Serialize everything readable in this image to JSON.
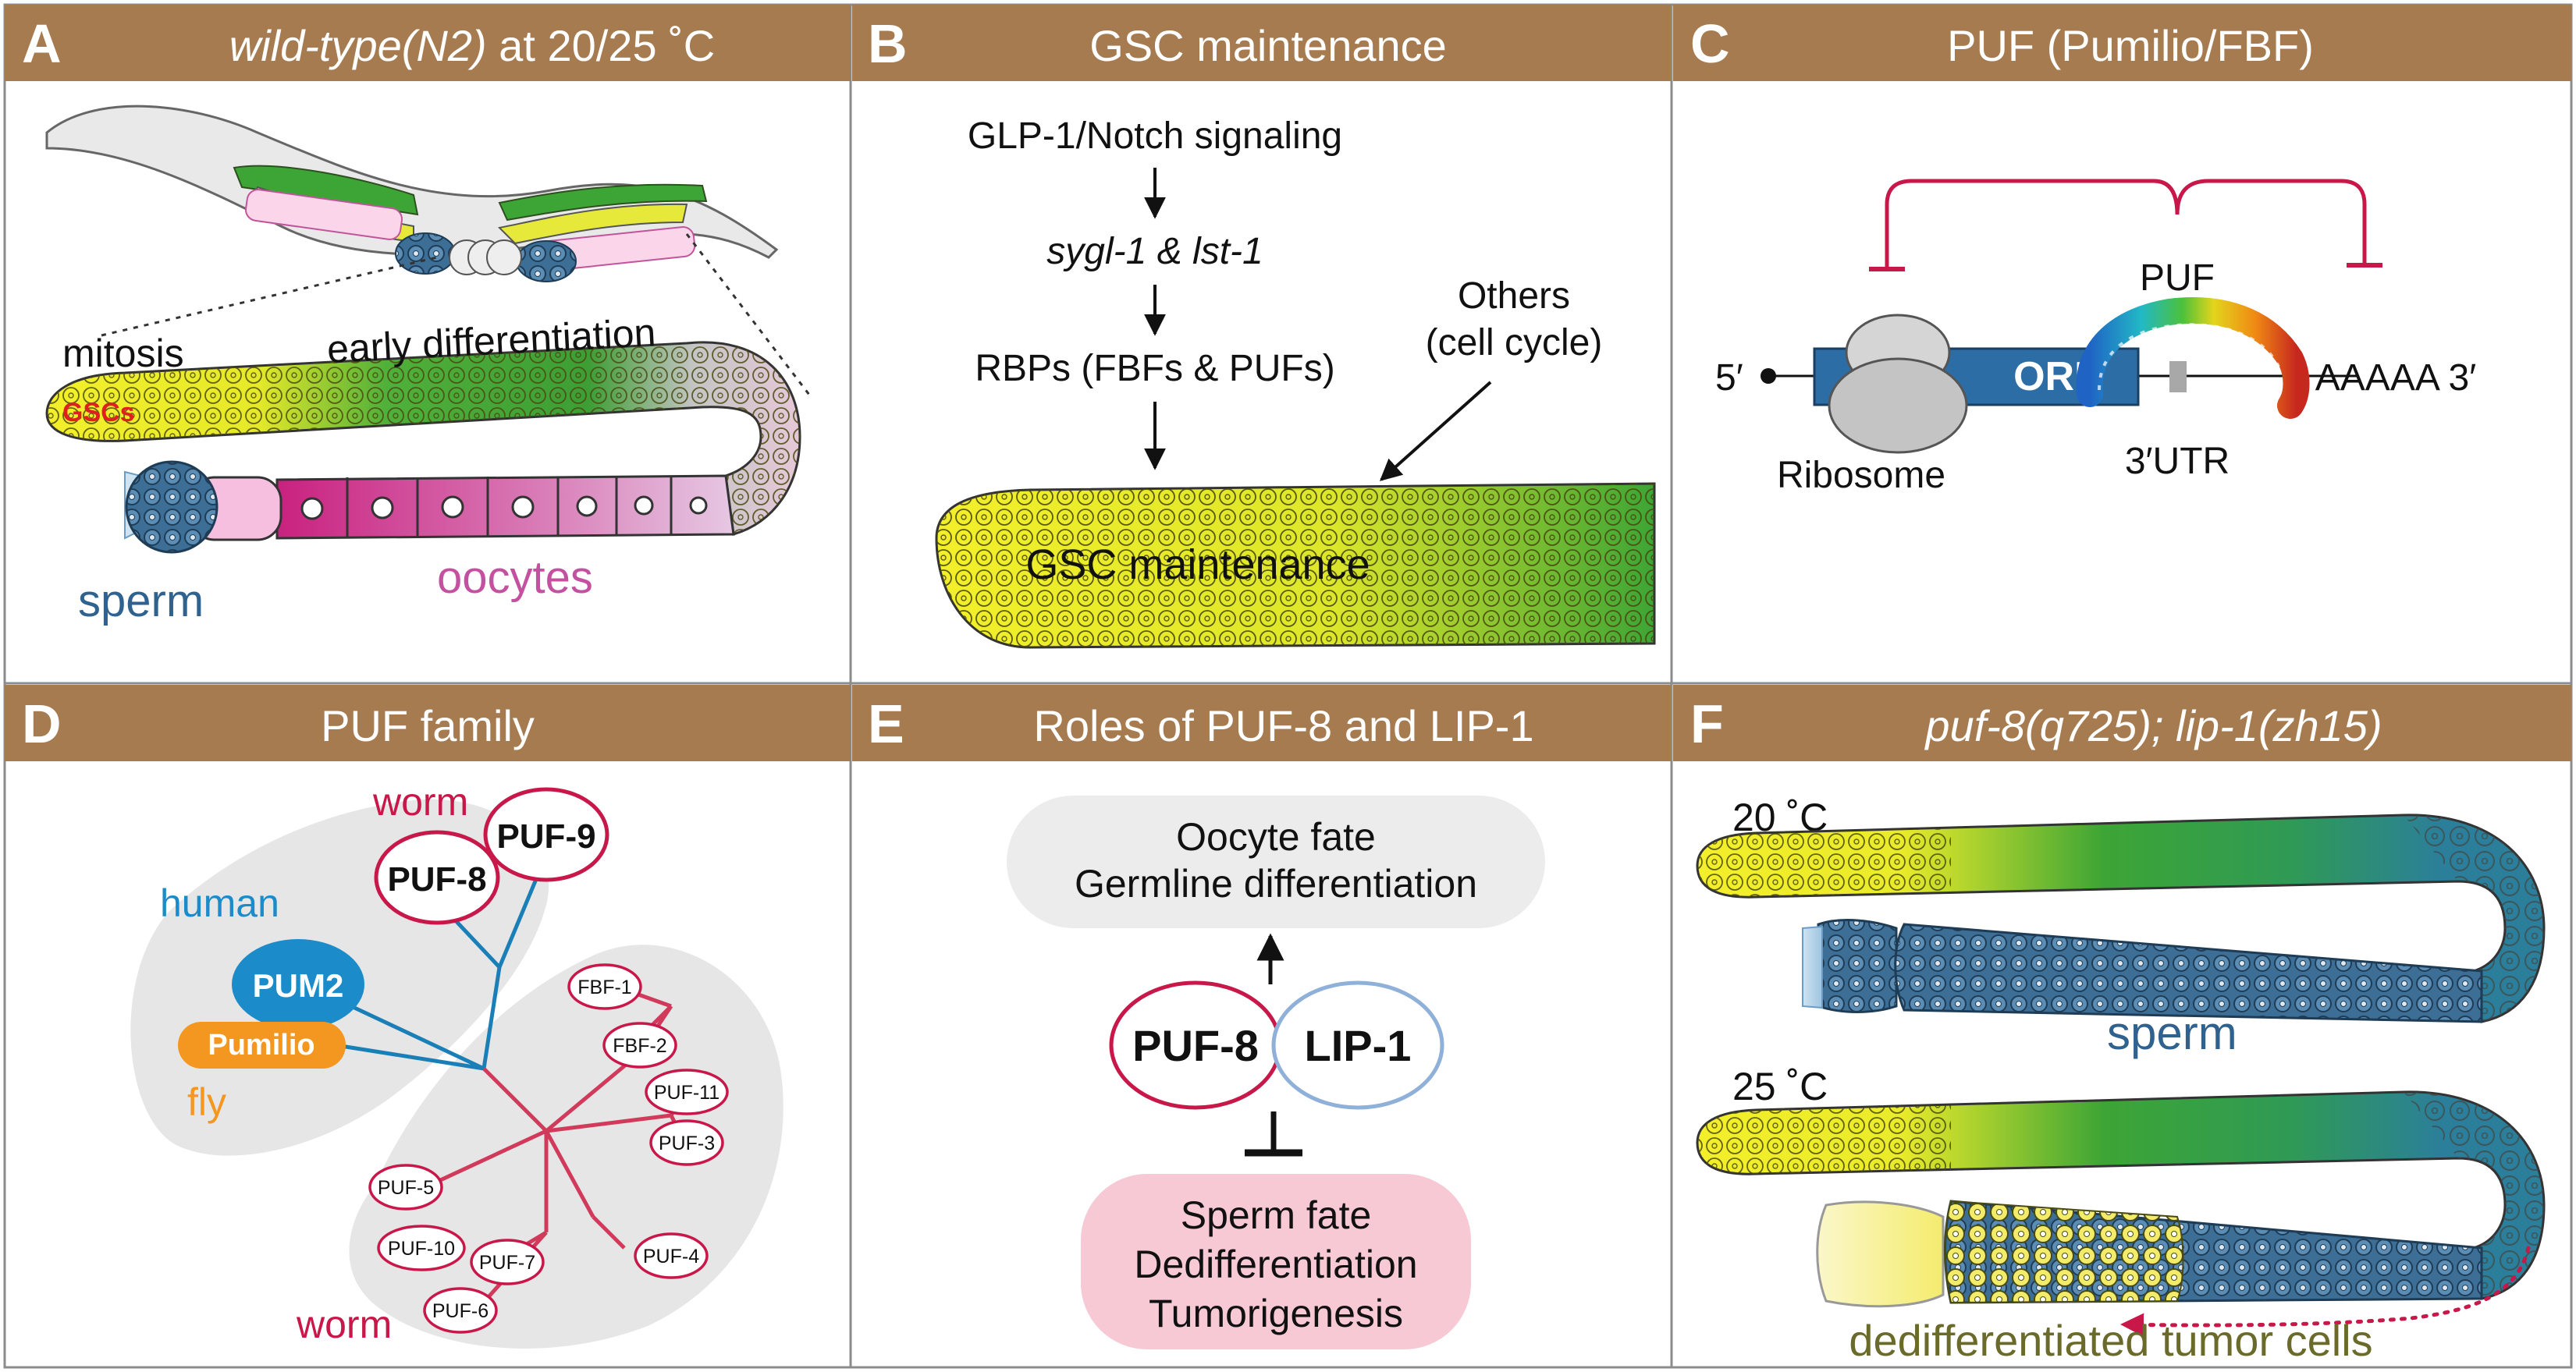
{
  "panels": {
    "a": {
      "letter": "A",
      "title_italic": "wild-type(N2)",
      "title_rest": " at 20/25 ˚C",
      "labels": {
        "mitosis": "mitosis",
        "early_diff": "early differentiation",
        "gscs": "GSCs",
        "sperm": "sperm",
        "oocytes": "oocytes"
      }
    },
    "b": {
      "letter": "B",
      "title": "GSC maintenance",
      "labels": {
        "glp1": "GLP-1/Notch signaling",
        "sygl": "sygl-1 & lst-1",
        "rbps": "RBPs (FBFs & PUFs)",
        "others1": "Others",
        "others2": "(cell cycle)",
        "gsc": "GSC maintenance"
      }
    },
    "c": {
      "letter": "C",
      "title": "PUF (Pumilio/FBF)",
      "labels": {
        "five": "5′",
        "orf": "ORF",
        "ribosome": "Ribosome",
        "puf": "PUF",
        "utr": "3′UTR",
        "polya": "AAAAA 3′"
      }
    },
    "d": {
      "letter": "D",
      "title": "PUF family",
      "labels": {
        "worm_top": "worm",
        "worm_bottom": "worm",
        "human": "human",
        "fly": "fly",
        "puf8": "PUF-8",
        "puf9": "PUF-9",
        "pum2": "PUM2",
        "pumilio": "Pumilio",
        "fbf1": "FBF-1",
        "fbf2": "FBF-2",
        "puf11": "PUF-11",
        "puf3": "PUF-3",
        "puf4": "PUF-4",
        "puf5": "PUF-5",
        "puf10": "PUF-10",
        "puf7": "PUF-7",
        "puf6": "PUF-6"
      }
    },
    "e": {
      "letter": "E",
      "title": "Roles of PUF-8 and LIP-1",
      "labels": {
        "oocyte1": "Oocyte fate",
        "oocyte2": "Germline differentiation",
        "puf8": "PUF-8",
        "lip1": "LIP-1",
        "sperm1": "Sperm fate",
        "sperm2": "Dedifferentiation",
        "sperm3": "Tumorigenesis"
      }
    },
    "f": {
      "letter": "F",
      "title": "puf-8(q725); lip-1(zh15)",
      "labels": {
        "t20": "20 ˚C",
        "t25": "25 ˚C",
        "sperm": "sperm",
        "tumor": "dedifferentiated tumor cells"
      }
    }
  },
  "colors": {
    "header": "#a77b50",
    "gonad_yellow": "#f3ef2a",
    "gonad_green": "#3da535",
    "gonad_teal": "#2b7f9a",
    "oocyte_pink": "#d04b99",
    "sperm_blue": "#3d6e95",
    "crimson": "#c8184a",
    "human_blue": "#1b8cc9",
    "fly_orange": "#f39720",
    "olive": "#6a6a2a"
  }
}
